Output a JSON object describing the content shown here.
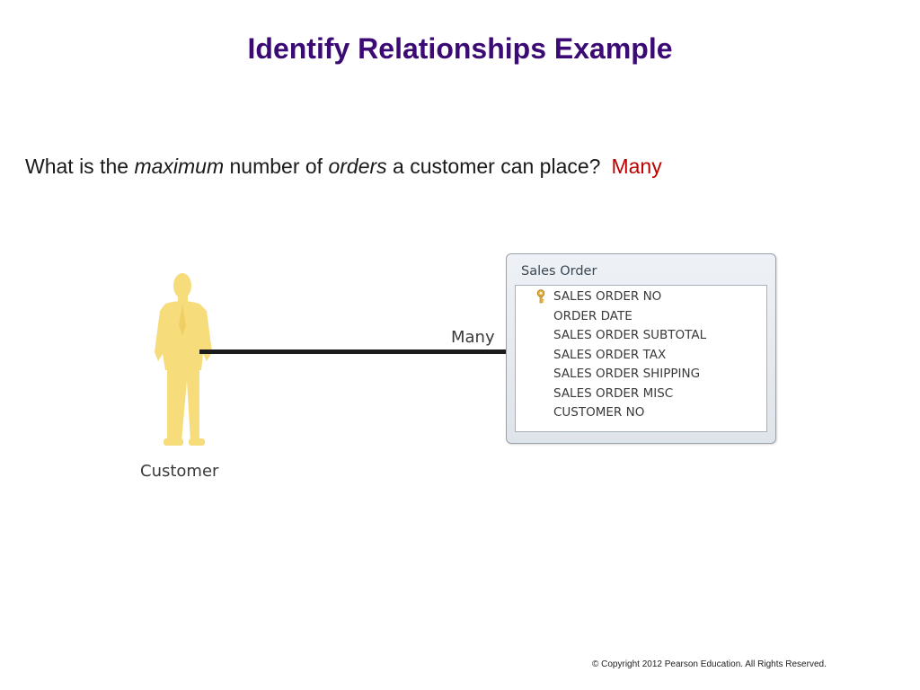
{
  "title": "Identify Relationships Example",
  "question": {
    "part1": "What is the ",
    "emph1": "maximum",
    "part2": " number of ",
    "emph2": "orders",
    "part3": " a customer can place?",
    "answer": "Many"
  },
  "diagram": {
    "entity_label": "Customer",
    "relationship_label": "Many",
    "table": {
      "title": "Sales Order",
      "fields": [
        {
          "name": "SALES ORDER NO",
          "primary_key": true
        },
        {
          "name": "ORDER DATE",
          "primary_key": false
        },
        {
          "name": "SALES ORDER SUBTOTAL",
          "primary_key": false
        },
        {
          "name": "SALES ORDER TAX",
          "primary_key": false
        },
        {
          "name": "SALES ORDER SHIPPING",
          "primary_key": false
        },
        {
          "name": "SALES ORDER MISC",
          "primary_key": false
        },
        {
          "name": "CUSTOMER NO",
          "primary_key": false
        }
      ]
    }
  },
  "colors": {
    "title": "#3b0a75",
    "answer": "#c00000",
    "person": "#f7dc7c",
    "connector": "#1c1c1c",
    "key": "#e6b43c"
  },
  "footer": {
    "copyright": "© Copyright 2012 Pearson Education. All Rights Reserved."
  }
}
